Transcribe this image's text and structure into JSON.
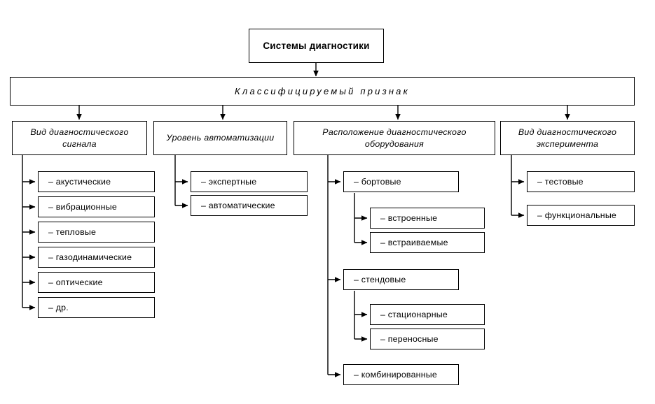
{
  "diagram": {
    "title": "Системы диагностики",
    "classifier_bar": "Классифицируемый признак",
    "categories": [
      {
        "label": "Вид диагностического сигнала"
      },
      {
        "label": "Уровень автоматизации"
      },
      {
        "label": "Расположение диагностического оборудования"
      },
      {
        "label": "Вид диагностического эксперимента"
      }
    ],
    "branch1": [
      {
        "label": "– акустические"
      },
      {
        "label": "– вибрационные"
      },
      {
        "label": "– тепловые"
      },
      {
        "label": "– газодинамические"
      },
      {
        "label": "– оптические"
      },
      {
        "label": "– др."
      }
    ],
    "branch2": [
      {
        "label": "– экспертные"
      },
      {
        "label": "– автоматические"
      }
    ],
    "branch3": [
      {
        "label": "– бортовые"
      },
      {
        "label": "– встроенные"
      },
      {
        "label": "– встраиваемые"
      },
      {
        "label": "– стендовые"
      },
      {
        "label": "– стационарные"
      },
      {
        "label": "– переносные"
      },
      {
        "label": "– комбинированные"
      }
    ],
    "branch4": [
      {
        "label": "– тестовые"
      },
      {
        "label": "– функциональные"
      }
    ],
    "colors": {
      "line": "#000000",
      "box_fill": "#ffffff",
      "text": "#000000"
    }
  }
}
